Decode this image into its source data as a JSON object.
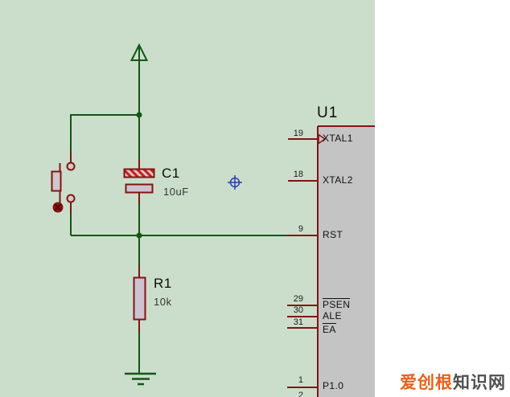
{
  "components": {
    "capacitor": {
      "ref": "C1",
      "value": "10uF"
    },
    "resistor": {
      "ref": "R1",
      "value": "10k"
    },
    "chip": {
      "ref": "U1",
      "pins": [
        {
          "number": "19",
          "name": "XTAL1"
        },
        {
          "number": "18",
          "name": "XTAL2"
        },
        {
          "number": "9",
          "name": "RST"
        },
        {
          "number": "29",
          "name": "PSEN",
          "overline": true
        },
        {
          "number": "30",
          "name": "ALE"
        },
        {
          "number": "31",
          "name": "EA",
          "overline": true
        },
        {
          "number": "1",
          "name": "P1.0"
        },
        {
          "number": "2",
          "name": ""
        }
      ]
    }
  },
  "symbols": {
    "power": "vcc-power-arrow",
    "ground": "ground",
    "button": "push-button",
    "cursor": "blue-crosshair"
  },
  "colors": {
    "background": "#cbdecb",
    "wire_green": "#145614",
    "pin_red": "#821414",
    "component_fill": "#ccc4d0",
    "hatch_red": "#c62020",
    "chip_fill": "#c4c4c4",
    "cursor_blue": "#2a3db8",
    "watermark_orange": "#e8611c",
    "watermark_gray": "#4f4f4f"
  },
  "watermark": {
    "brand": "爱创根",
    "suffix": "知识网"
  }
}
